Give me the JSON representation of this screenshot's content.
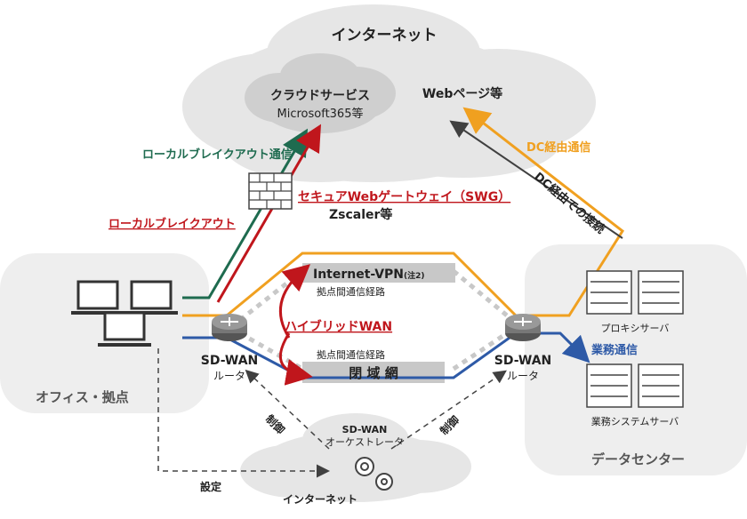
{
  "internet_top": "インターネット",
  "cloud_service": {
    "title": "クラウドサービス",
    "sub": "Microsoft365等"
  },
  "web_page": "Webページ等",
  "dc_route_comm": "DC経由通信",
  "dc_route_connect": "DC経由での接続",
  "local_breakout_comm": "ローカルブレイクアウト通信",
  "local_breakout": "ローカルブレイクアウト",
  "swg": {
    "title": "セキュアWebゲートウェイ（SWG）",
    "sub": "Zscaler等"
  },
  "internet_vpn": {
    "label": "Internet-VPN",
    "note": "(注2)",
    "sub": "拠点間通信経路"
  },
  "hybrid_wan": "ハイブリッドWAN",
  "closed_net": {
    "label": "閉 域 網",
    "sub": "拠点間通信経路"
  },
  "router_left": {
    "title": "SD-WAN",
    "sub": "ルータ"
  },
  "router_right": {
    "title": "SD-WAN",
    "sub": "ルータ"
  },
  "office": "オフィス・拠点",
  "datacenter": "データセンター",
  "proxy_server": "プロキシサーバ",
  "business_comm": "業務通信",
  "business_server": "業務システムサーバ",
  "control_left": "制御",
  "control_right": "制御",
  "setting": "設定",
  "orchestrator": {
    "title": "SD-WAN",
    "sub": "オーケストレータ"
  },
  "internet_bottom": "インターネット",
  "colors": {
    "orange": "#f0a020",
    "blue": "#2e5aa7",
    "green": "#1e6b4f",
    "red": "#c0161c",
    "dark": "#404040",
    "cloud": "#e8e8e8"
  }
}
